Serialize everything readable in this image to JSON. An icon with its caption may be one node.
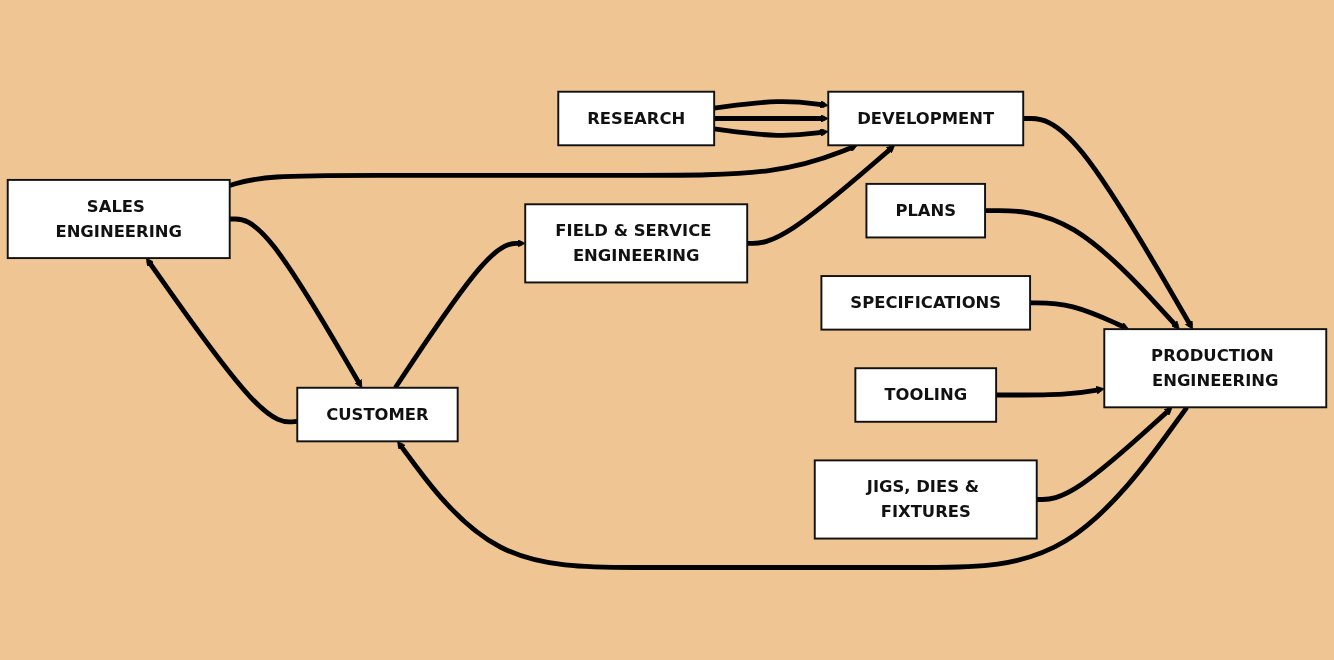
{
  "diagram": {
    "nodes": [
      {
        "text": [
          "SALES ENGINEERING"
        ]
      },
      {
        "text": [
          "PLANS"
        ]
      },
      {
        "text": [
          "SPECIFICATIONS"
        ]
      },
      {
        "text": [
          "RESEARCH"
        ]
      },
      {
        "text": [
          "DEVELOPMENT"
        ]
      },
      {
        "text": [
          "PRODUCTION ENGINEERING"
        ]
      },
      {
        "text": [
          "CUSTOMER"
        ]
      },
      {
        "text": [
          "TOOLING"
        ]
      },
      {
        "text": [
          "JIGS, DIES & FIXTURES"
        ]
      },
      {
        "text": [
          "FIELD & SERVICE ENGINEERING"
        ]
      }
    ],
    "edges": [
      {
        "from": 3,
        "to": 4,
        "arrow": "to"
      },
      {
        "from": 3,
        "to": 4,
        "arrow": "to"
      },
      {
        "from": 3,
        "to": 4,
        "arrow": "to"
      },
      {
        "from": 4,
        "to": 5,
        "arrow": "to"
      },
      {
        "from": 1,
        "to": 5,
        "arrow": "to"
      },
      {
        "from": 2,
        "to": 5,
        "arrow": "to"
      },
      {
        "from": 7,
        "to": 5,
        "arrow": "to"
      },
      {
        "from": 8,
        "to": 5,
        "arrow": "to"
      },
      {
        "from": 5,
        "to": 6,
        "arrow": "to"
      },
      {
        "from": 6,
        "to": 0,
        "arrow": "to"
      },
      {
        "from": 0,
        "to": 6,
        "arrow": "to"
      },
      {
        "from": 0,
        "to": 4,
        "arrow": "to"
      },
      {
        "from": 6,
        "to": 9,
        "arrow": "to"
      },
      {
        "from": 9,
        "to": 4,
        "arrow": "to"
      }
    ]
  }
}
